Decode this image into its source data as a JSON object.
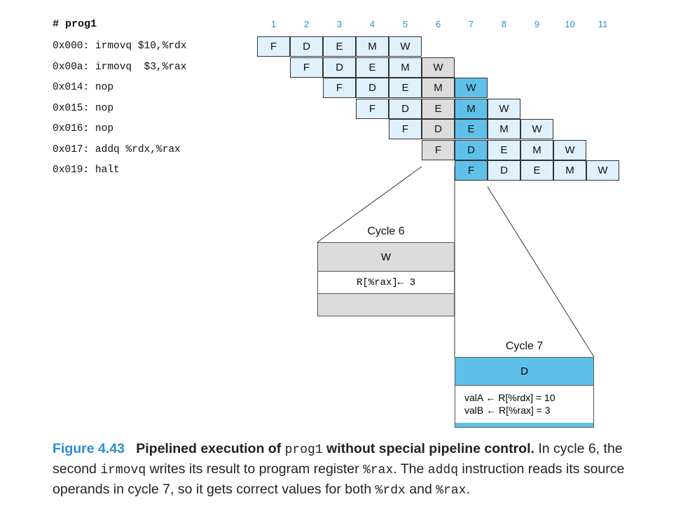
{
  "program": {
    "title": "# prog1",
    "lines": [
      "0x000: irmovq $10,%rdx",
      "0x00a: irmovq  $3,%rax",
      "0x014: nop",
      "0x015: nop",
      "0x016: nop",
      "0x017: addq %rdx,%rax",
      "0x019: halt"
    ]
  },
  "cycles": [
    "1",
    "2",
    "3",
    "4",
    "5",
    "6",
    "7",
    "8",
    "9",
    "10",
    "11"
  ],
  "stages": [
    "F",
    "D",
    "E",
    "M",
    "W"
  ],
  "colors": {
    "accent": "#2a8fd0",
    "highlight_cycle6": "#dcdcdc",
    "highlight_cycle7": "#5fc0ea",
    "stage_fill": "#dff1fc"
  },
  "detail6": {
    "title": "Cycle 6",
    "stage": "W",
    "text": "R[%rax]← 3"
  },
  "detail7": {
    "title": "Cycle 7",
    "stage": "D",
    "line1": "valA ← R[%rdx] = 10",
    "line2": "valB ← R[%rax] = 3"
  },
  "caption": {
    "label": "Figure 4.43",
    "title_a": "Pipelined execution of ",
    "title_code": "prog1",
    "title_b": " without special pipeline control.",
    "text_a": " In cycle 6, the second ",
    "code_a": "irmovq",
    "text_b": " writes its result to program register ",
    "code_b": "%rax",
    "text_c": ". The ",
    "code_c": "addq",
    "text_d": " instruction reads its source operands in cycle 7, so it gets correct values for both ",
    "code_d": "%rdx",
    "text_e": " and ",
    "code_e": "%rax",
    "text_f": "."
  }
}
